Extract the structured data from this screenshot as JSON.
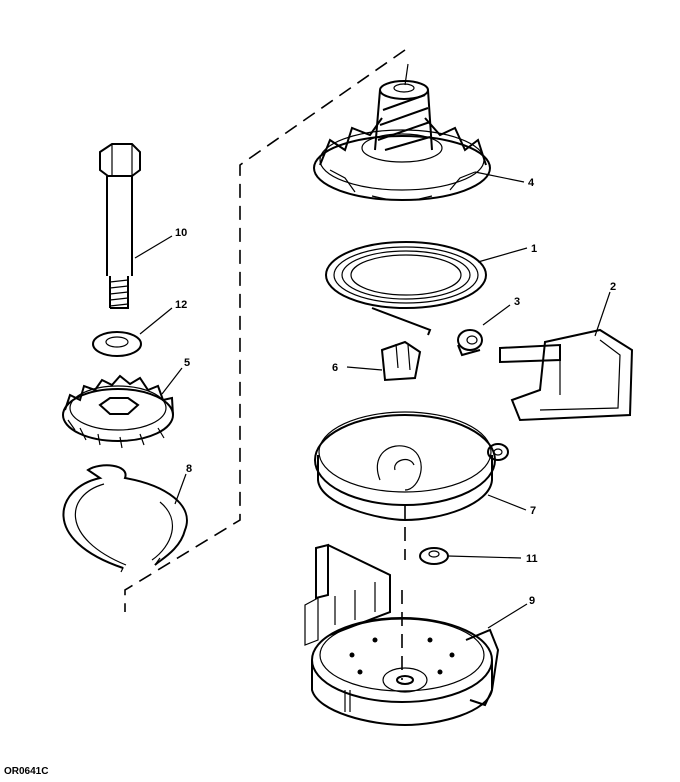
{
  "figure_code": "OR0641C",
  "callouts": [
    {
      "id": "c1",
      "label": "1"
    },
    {
      "id": "c2",
      "label": "2"
    },
    {
      "id": "c3",
      "label": "3"
    },
    {
      "id": "c4",
      "label": "4"
    },
    {
      "id": "c5",
      "label": "5"
    },
    {
      "id": "c6",
      "label": "6"
    },
    {
      "id": "c7",
      "label": "7"
    },
    {
      "id": "c8",
      "label": "8"
    },
    {
      "id": "c9",
      "label": "9"
    },
    {
      "id": "c10",
      "label": "10"
    },
    {
      "id": "c11",
      "label": "11"
    },
    {
      "id": "c12",
      "label": "12"
    }
  ]
}
